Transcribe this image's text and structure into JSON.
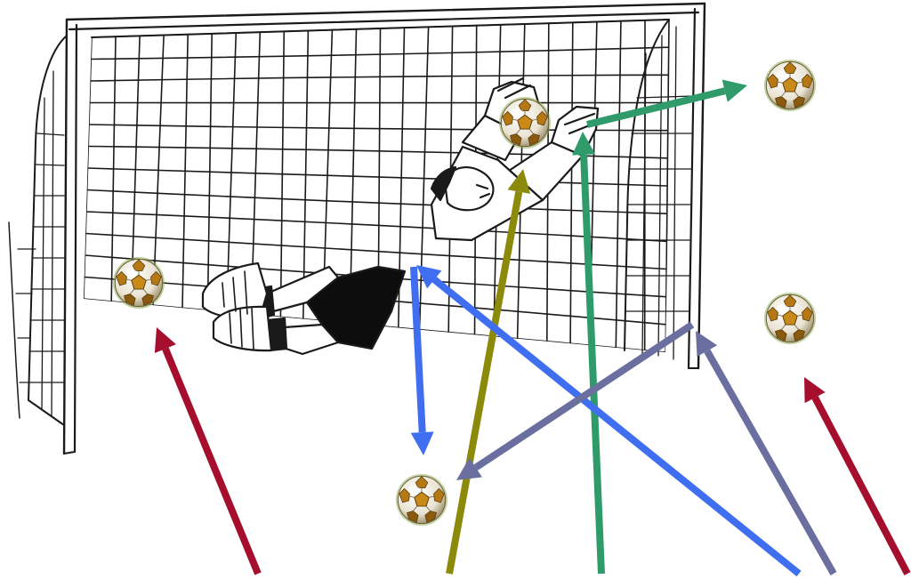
{
  "title": "",
  "colors": {
    "background": "#ffffff",
    "ink": "#1a1a1a",
    "shorts": "#0d0d0d",
    "ball_base": "#f1ede2",
    "ball_patch": "#c98a1a",
    "ball_patch_dark": "#7a4a10",
    "ball_shadow": "#6c8f3a",
    "red": "#a50f2d",
    "olive": "#8b8a0b",
    "green": "#2f9a6a",
    "blue": "#3f6ff0",
    "slate": "#6b6fa0"
  },
  "icons": {
    "ball": "soccer-ball-icon",
    "goalkeeper": "diving-goalkeeper-icon",
    "goal": "goal-net-icon"
  },
  "balls": [
    {
      "name": "ball-left-post"
    },
    {
      "name": "ball-goalkeeper-hands"
    },
    {
      "name": "ball-top-right-outside"
    },
    {
      "name": "ball-right-outside"
    },
    {
      "name": "ball-bottom-center"
    }
  ],
  "arrows": [
    {
      "name": "red-arrow-left",
      "color": "red"
    },
    {
      "name": "red-arrow-right",
      "color": "red"
    },
    {
      "name": "olive-arrow",
      "color": "olive"
    },
    {
      "name": "green-arrow",
      "color": "green"
    },
    {
      "name": "blue-arrow-diagonal",
      "color": "blue"
    },
    {
      "name": "blue-arrow-rebound",
      "color": "blue"
    },
    {
      "name": "slate-arrow-deflect",
      "color": "slate"
    },
    {
      "name": "slate-arrow-rebound",
      "color": "slate"
    }
  ]
}
